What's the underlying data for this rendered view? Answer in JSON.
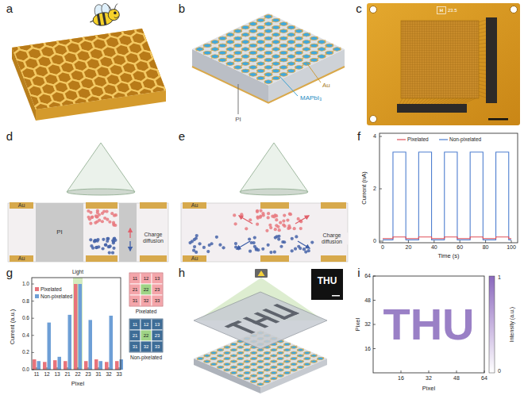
{
  "diagram": {
    "labels": [
      "a",
      "b",
      "c",
      "d",
      "e",
      "f",
      "g",
      "h",
      "i",
      "Au",
      "MAPbI₃",
      "PI",
      "H",
      "23.5",
      "Au",
      "PI",
      "Charge diffusion",
      "Au",
      "Au",
      "Charge diffusion",
      "Au",
      "4",
      "2",
      "0",
      "0",
      "20",
      "40",
      "60",
      "80",
      "100",
      "Current (nA)",
      "Time (s)",
      "1.0",
      "0.8",
      "0.6",
      "0.4",
      "0.2",
      "0.0",
      "11",
      "12",
      "13",
      "21",
      "22",
      "23",
      "31",
      "32",
      "33",
      "Pixel",
      "Current (a.u.)",
      "Light",
      "11",
      "12",
      "13",
      "21",
      "22",
      "23",
      "31",
      "32",
      "33",
      "Pixelated",
      "11",
      "12",
      "13",
      "21",
      "22",
      "23",
      "31",
      "32",
      "33",
      "Non-pixelated",
      "THU",
      "THU",
      "64",
      "48",
      "32",
      "16",
      "16",
      "32",
      "48",
      "64",
      "Pixel",
      "Pixel",
      "1",
      "0",
      "Intensity (a.u.)"
    ],
    "legend": [
      {
        "text": "Pixelated"
      },
      {
        "text": "Non-pixelated"
      },
      {
        "text": "Pixelated",
        "color": "#e8737b"
      },
      {
        "text": "Non-pixelated",
        "color": "#6e9fd6"
      }
    ]
  }
}
